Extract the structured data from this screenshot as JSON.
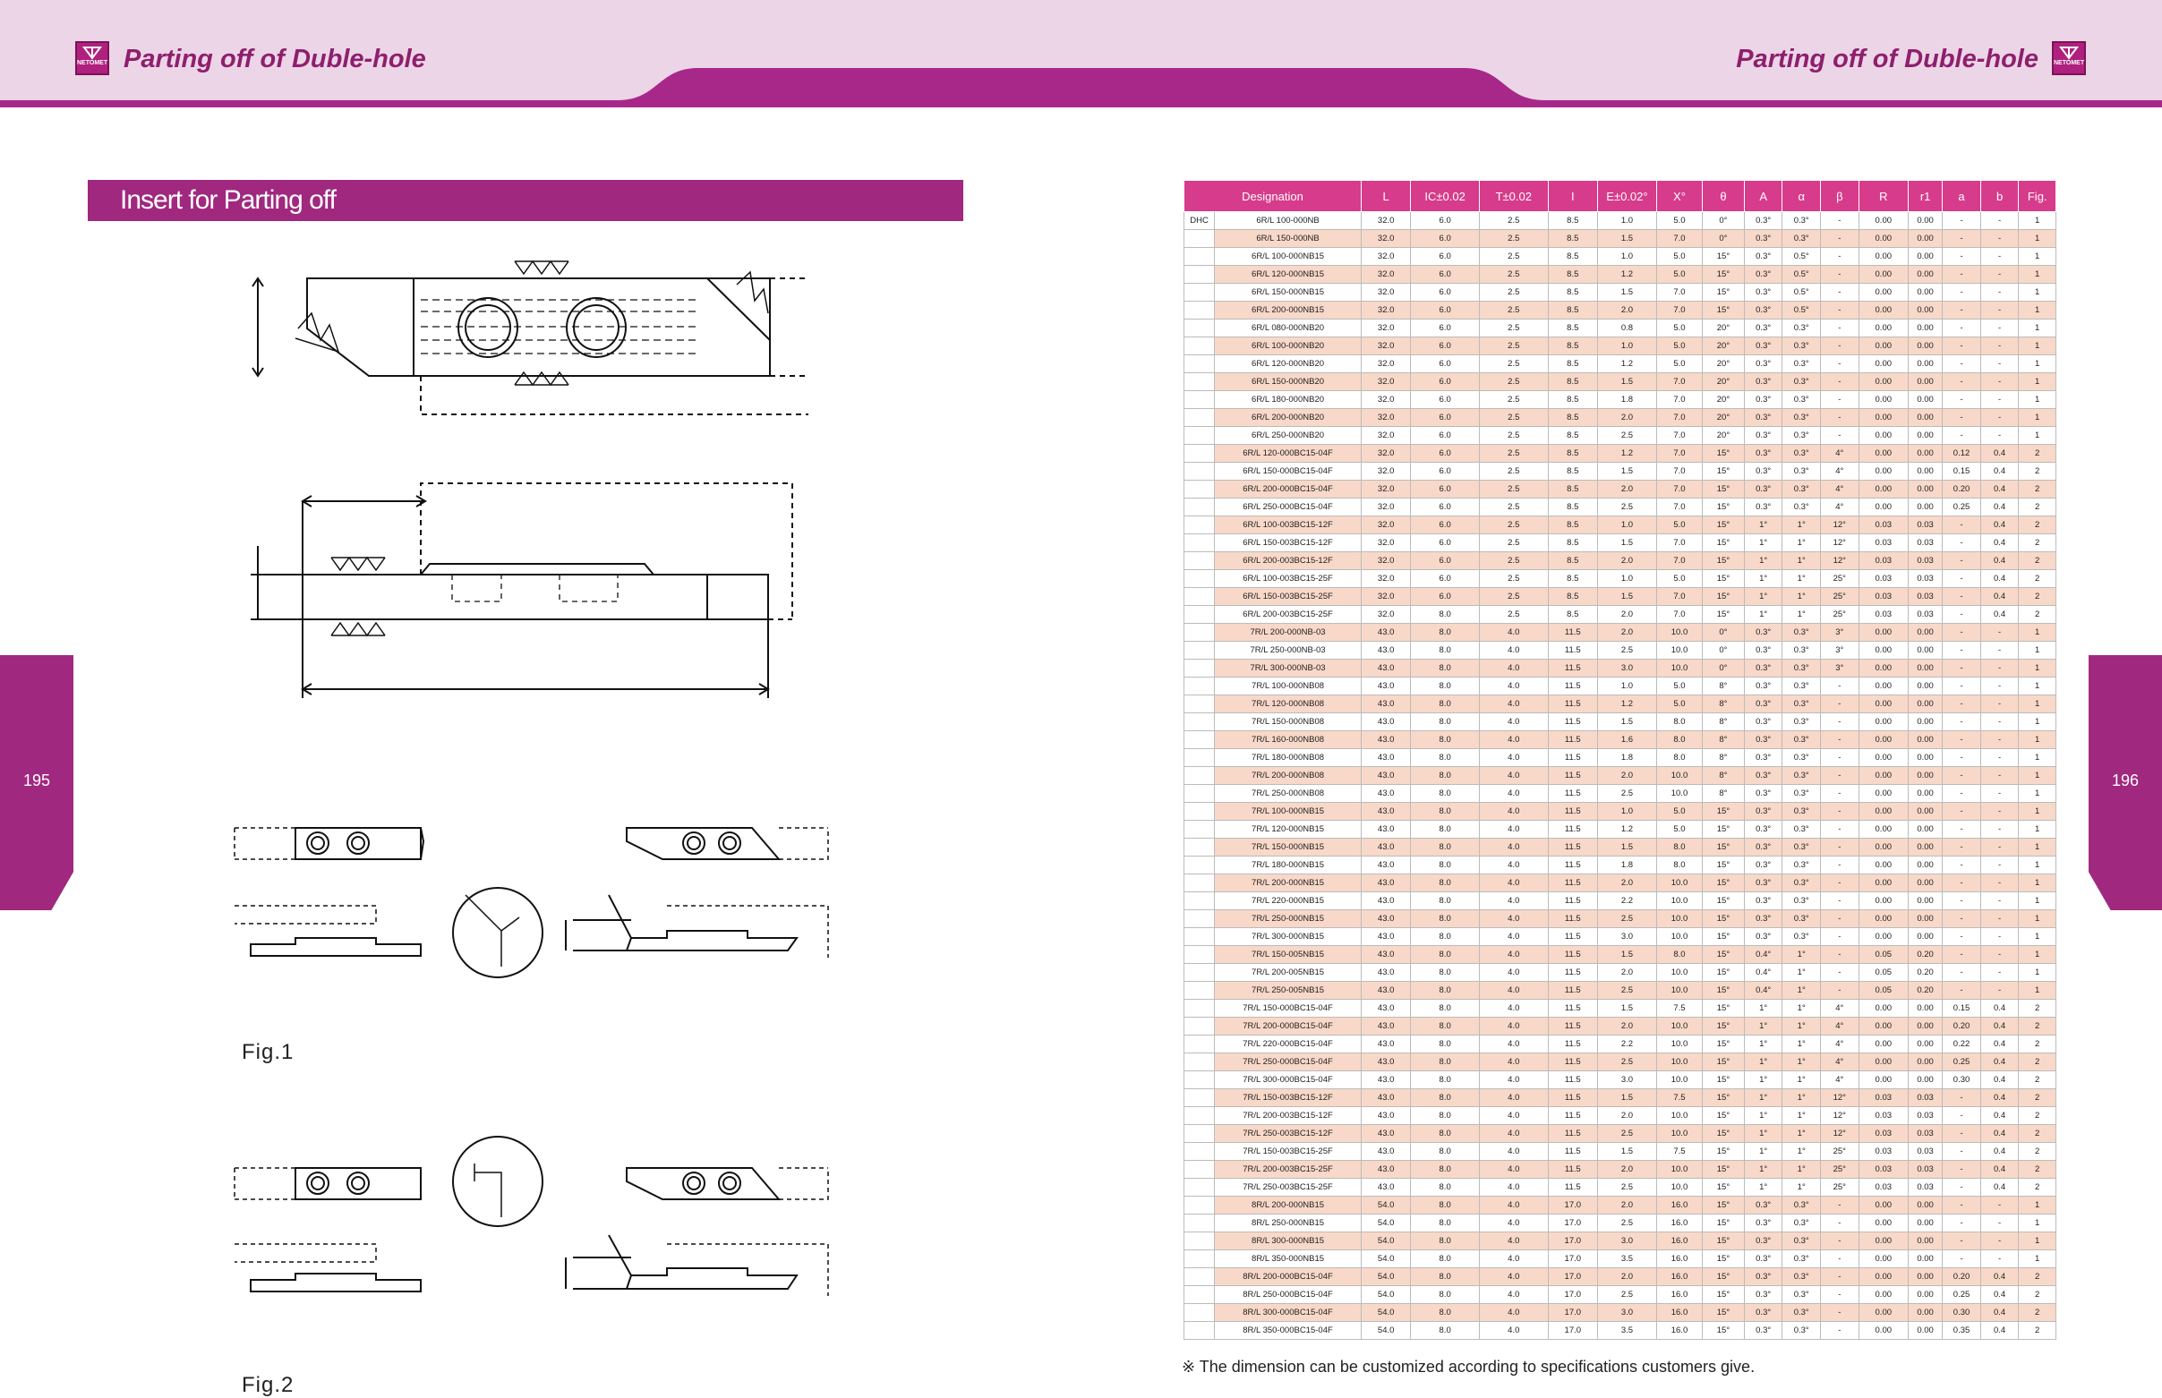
{
  "header": {
    "left_title": "Parting off of Duble-hole",
    "right_title": "Parting off of Duble-hole",
    "logo_text": "NETOMET",
    "brand_color": "#a0287f"
  },
  "pages": {
    "left": "195",
    "right": "196"
  },
  "section_title": "Insert for Parting off",
  "figures": {
    "fig1": "Fig.1",
    "fig2": "Fig.2"
  },
  "table": {
    "headers": [
      "Designation",
      "L",
      "IC±0.02",
      "T±0.02",
      "I",
      "E±0.02°",
      "X°",
      "θ",
      "A",
      "α",
      "β",
      "R",
      "r1",
      "a",
      "b",
      "Fig."
    ],
    "group_label": "DHC",
    "rows": [
      [
        "6R/L 100-000NB",
        "32.0",
        "6.0",
        "2.5",
        "8.5",
        "1.0",
        "5.0",
        "0°",
        "0.3°",
        "0.3°",
        "-",
        "0.00",
        "0.00",
        "-",
        "-",
        "1"
      ],
      [
        "6R/L 150-000NB",
        "32.0",
        "6.0",
        "2.5",
        "8.5",
        "1.5",
        "7.0",
        "0°",
        "0.3°",
        "0.3°",
        "-",
        "0.00",
        "0.00",
        "-",
        "-",
        "1"
      ],
      [
        "6R/L 100-000NB15",
        "32.0",
        "6.0",
        "2.5",
        "8.5",
        "1.0",
        "5.0",
        "15°",
        "0.3°",
        "0.5°",
        "-",
        "0.00",
        "0.00",
        "-",
        "-",
        "1"
      ],
      [
        "6R/L 120-000NB15",
        "32.0",
        "6.0",
        "2.5",
        "8.5",
        "1.2",
        "5.0",
        "15°",
        "0.3°",
        "0.5°",
        "-",
        "0.00",
        "0.00",
        "-",
        "-",
        "1"
      ],
      [
        "6R/L 150-000NB15",
        "32.0",
        "6.0",
        "2.5",
        "8.5",
        "1.5",
        "7.0",
        "15°",
        "0.3°",
        "0.5°",
        "-",
        "0.00",
        "0.00",
        "-",
        "-",
        "1"
      ],
      [
        "6R/L 200-000NB15",
        "32.0",
        "6.0",
        "2.5",
        "8.5",
        "2.0",
        "7.0",
        "15°",
        "0.3°",
        "0.5°",
        "-",
        "0.00",
        "0.00",
        "-",
        "-",
        "1"
      ],
      [
        "6R/L 080-000NB20",
        "32.0",
        "6.0",
        "2.5",
        "8.5",
        "0.8",
        "5.0",
        "20°",
        "0.3°",
        "0.3°",
        "-",
        "0.00",
        "0.00",
        "-",
        "-",
        "1"
      ],
      [
        "6R/L 100-000NB20",
        "32.0",
        "6.0",
        "2.5",
        "8.5",
        "1.0",
        "5.0",
        "20°",
        "0.3°",
        "0.3°",
        "-",
        "0.00",
        "0.00",
        "-",
        "-",
        "1"
      ],
      [
        "6R/L 120-000NB20",
        "32.0",
        "6.0",
        "2.5",
        "8.5",
        "1.2",
        "5.0",
        "20°",
        "0.3°",
        "0.3°",
        "-",
        "0.00",
        "0.00",
        "-",
        "-",
        "1"
      ],
      [
        "6R/L 150-000NB20",
        "32.0",
        "6.0",
        "2.5",
        "8.5",
        "1.5",
        "7.0",
        "20°",
        "0.3°",
        "0.3°",
        "-",
        "0.00",
        "0.00",
        "-",
        "-",
        "1"
      ],
      [
        "6R/L 180-000NB20",
        "32.0",
        "6.0",
        "2.5",
        "8.5",
        "1.8",
        "7.0",
        "20°",
        "0.3°",
        "0.3°",
        "-",
        "0.00",
        "0.00",
        "-",
        "-",
        "1"
      ],
      [
        "6R/L 200-000NB20",
        "32.0",
        "6.0",
        "2.5",
        "8.5",
        "2.0",
        "7.0",
        "20°",
        "0.3°",
        "0.3°",
        "-",
        "0.00",
        "0.00",
        "-",
        "-",
        "1"
      ],
      [
        "6R/L 250-000NB20",
        "32.0",
        "6.0",
        "2.5",
        "8.5",
        "2.5",
        "7.0",
        "20°",
        "0.3°",
        "0.3°",
        "-",
        "0.00",
        "0.00",
        "-",
        "-",
        "1"
      ],
      [
        "6R/L 120-000BC15-04F",
        "32.0",
        "6.0",
        "2.5",
        "8.5",
        "1.2",
        "7.0",
        "15°",
        "0.3°",
        "0.3°",
        "4°",
        "0.00",
        "0.00",
        "0.12",
        "0.4",
        "2"
      ],
      [
        "6R/L 150-000BC15-04F",
        "32.0",
        "6.0",
        "2.5",
        "8.5",
        "1.5",
        "7.0",
        "15°",
        "0.3°",
        "0.3°",
        "4°",
        "0.00",
        "0.00",
        "0.15",
        "0.4",
        "2"
      ],
      [
        "6R/L 200-000BC15-04F",
        "32.0",
        "6.0",
        "2.5",
        "8.5",
        "2.0",
        "7.0",
        "15°",
        "0.3°",
        "0.3°",
        "4°",
        "0.00",
        "0.00",
        "0.20",
        "0.4",
        "2"
      ],
      [
        "6R/L 250-000BC15-04F",
        "32.0",
        "6.0",
        "2.5",
        "8.5",
        "2.5",
        "7.0",
        "15°",
        "0.3°",
        "0.3°",
        "4°",
        "0.00",
        "0.00",
        "0.25",
        "0.4",
        "2"
      ],
      [
        "6R/L 100-003BC15-12F",
        "32.0",
        "6.0",
        "2.5",
        "8.5",
        "1.0",
        "5.0",
        "15°",
        "1°",
        "1°",
        "12°",
        "0.03",
        "0.03",
        "-",
        "0.4",
        "2"
      ],
      [
        "6R/L 150-003BC15-12F",
        "32.0",
        "6.0",
        "2.5",
        "8.5",
        "1.5",
        "7.0",
        "15°",
        "1°",
        "1°",
        "12°",
        "0.03",
        "0.03",
        "-",
        "0.4",
        "2"
      ],
      [
        "6R/L 200-003BC15-12F",
        "32.0",
        "6.0",
        "2.5",
        "8.5",
        "2.0",
        "7.0",
        "15°",
        "1°",
        "1°",
        "12°",
        "0.03",
        "0.03",
        "-",
        "0.4",
        "2"
      ],
      [
        "6R/L 100-003BC15-25F",
        "32.0",
        "6.0",
        "2.5",
        "8.5",
        "1.0",
        "5.0",
        "15°",
        "1°",
        "1°",
        "25°",
        "0.03",
        "0.03",
        "-",
        "0.4",
        "2"
      ],
      [
        "6R/L 150-003BC15-25F",
        "32.0",
        "6.0",
        "2.5",
        "8.5",
        "1.5",
        "7.0",
        "15°",
        "1°",
        "1°",
        "25°",
        "0.03",
        "0.03",
        "-",
        "0.4",
        "2"
      ],
      [
        "6R/L 200-003BC15-25F",
        "32.0",
        "8.0",
        "2.5",
        "8.5",
        "2.0",
        "7.0",
        "15°",
        "1°",
        "1°",
        "25°",
        "0.03",
        "0.03",
        "-",
        "0.4",
        "2"
      ],
      [
        "7R/L 200-000NB-03",
        "43.0",
        "8.0",
        "4.0",
        "11.5",
        "2.0",
        "10.0",
        "0°",
        "0.3°",
        "0.3°",
        "3°",
        "0.00",
        "0.00",
        "-",
        "-",
        "1"
      ],
      [
        "7R/L 250-000NB-03",
        "43.0",
        "8.0",
        "4.0",
        "11.5",
        "2.5",
        "10.0",
        "0°",
        "0.3°",
        "0.3°",
        "3°",
        "0.00",
        "0.00",
        "-",
        "-",
        "1"
      ],
      [
        "7R/L 300-000NB-03",
        "43.0",
        "8.0",
        "4.0",
        "11.5",
        "3.0",
        "10.0",
        "0°",
        "0.3°",
        "0.3°",
        "3°",
        "0.00",
        "0.00",
        "-",
        "-",
        "1"
      ],
      [
        "7R/L 100-000NB08",
        "43.0",
        "8.0",
        "4.0",
        "11.5",
        "1.0",
        "5.0",
        "8°",
        "0.3°",
        "0.3°",
        "-",
        "0.00",
        "0.00",
        "-",
        "-",
        "1"
      ],
      [
        "7R/L 120-000NB08",
        "43.0",
        "8.0",
        "4.0",
        "11.5",
        "1.2",
        "5.0",
        "8°",
        "0.3°",
        "0.3°",
        "-",
        "0.00",
        "0.00",
        "-",
        "-",
        "1"
      ],
      [
        "7R/L 150-000NB08",
        "43.0",
        "8.0",
        "4.0",
        "11.5",
        "1.5",
        "8.0",
        "8°",
        "0.3°",
        "0.3°",
        "-",
        "0.00",
        "0.00",
        "-",
        "-",
        "1"
      ],
      [
        "7R/L 160-000NB08",
        "43.0",
        "8.0",
        "4.0",
        "11.5",
        "1.6",
        "8.0",
        "8°",
        "0.3°",
        "0.3°",
        "-",
        "0.00",
        "0.00",
        "-",
        "-",
        "1"
      ],
      [
        "7R/L 180-000NB08",
        "43.0",
        "8.0",
        "4.0",
        "11.5",
        "1.8",
        "8.0",
        "8°",
        "0.3°",
        "0.3°",
        "-",
        "0.00",
        "0.00",
        "-",
        "-",
        "1"
      ],
      [
        "7R/L 200-000NB08",
        "43.0",
        "8.0",
        "4.0",
        "11.5",
        "2.0",
        "10.0",
        "8°",
        "0.3°",
        "0.3°",
        "-",
        "0.00",
        "0.00",
        "-",
        "-",
        "1"
      ],
      [
        "7R/L 250-000NB08",
        "43.0",
        "8.0",
        "4.0",
        "11.5",
        "2.5",
        "10.0",
        "8°",
        "0.3°",
        "0.3°",
        "-",
        "0.00",
        "0.00",
        "-",
        "-",
        "1"
      ],
      [
        "7R/L 100-000NB15",
        "43.0",
        "8.0",
        "4.0",
        "11.5",
        "1.0",
        "5.0",
        "15°",
        "0.3°",
        "0.3°",
        "-",
        "0.00",
        "0.00",
        "-",
        "-",
        "1"
      ],
      [
        "7R/L 120-000NB15",
        "43.0",
        "8.0",
        "4.0",
        "11.5",
        "1.2",
        "5.0",
        "15°",
        "0.3°",
        "0.3°",
        "-",
        "0.00",
        "0.00",
        "-",
        "-",
        "1"
      ],
      [
        "7R/L 150-000NB15",
        "43.0",
        "8.0",
        "4.0",
        "11.5",
        "1.5",
        "8.0",
        "15°",
        "0.3°",
        "0.3°",
        "-",
        "0.00",
        "0.00",
        "-",
        "-",
        "1"
      ],
      [
        "7R/L 180-000NB15",
        "43.0",
        "8.0",
        "4.0",
        "11.5",
        "1.8",
        "8.0",
        "15°",
        "0.3°",
        "0.3°",
        "-",
        "0.00",
        "0.00",
        "-",
        "-",
        "1"
      ],
      [
        "7R/L 200-000NB15",
        "43.0",
        "8.0",
        "4.0",
        "11.5",
        "2.0",
        "10.0",
        "15°",
        "0.3°",
        "0.3°",
        "-",
        "0.00",
        "0.00",
        "-",
        "-",
        "1"
      ],
      [
        "7R/L 220-000NB15",
        "43.0",
        "8.0",
        "4.0",
        "11.5",
        "2.2",
        "10.0",
        "15°",
        "0.3°",
        "0.3°",
        "-",
        "0.00",
        "0.00",
        "-",
        "-",
        "1"
      ],
      [
        "7R/L 250-000NB15",
        "43.0",
        "8.0",
        "4.0",
        "11.5",
        "2.5",
        "10.0",
        "15°",
        "0.3°",
        "0.3°",
        "-",
        "0.00",
        "0.00",
        "-",
        "-",
        "1"
      ],
      [
        "7R/L 300-000NB15",
        "43.0",
        "8.0",
        "4.0",
        "11.5",
        "3.0",
        "10.0",
        "15°",
        "0.3°",
        "0.3°",
        "-",
        "0.00",
        "0.00",
        "-",
        "-",
        "1"
      ],
      [
        "7R/L 150-005NB15",
        "43.0",
        "8.0",
        "4.0",
        "11.5",
        "1.5",
        "8.0",
        "15°",
        "0.4°",
        "1°",
        "-",
        "0.05",
        "0.20",
        "-",
        "-",
        "1"
      ],
      [
        "7R/L 200-005NB15",
        "43.0",
        "8.0",
        "4.0",
        "11.5",
        "2.0",
        "10.0",
        "15°",
        "0.4°",
        "1°",
        "-",
        "0.05",
        "0.20",
        "-",
        "-",
        "1"
      ],
      [
        "7R/L 250-005NB15",
        "43.0",
        "8.0",
        "4.0",
        "11.5",
        "2.5",
        "10.0",
        "15°",
        "0.4°",
        "1°",
        "-",
        "0.05",
        "0.20",
        "-",
        "-",
        "1"
      ],
      [
        "7R/L 150-000BC15-04F",
        "43.0",
        "8.0",
        "4.0",
        "11.5",
        "1.5",
        "7.5",
        "15°",
        "1°",
        "1°",
        "4°",
        "0.00",
        "0.00",
        "0.15",
        "0.4",
        "2"
      ],
      [
        "7R/L 200-000BC15-04F",
        "43.0",
        "8.0",
        "4.0",
        "11.5",
        "2.0",
        "10.0",
        "15°",
        "1°",
        "1°",
        "4°",
        "0.00",
        "0.00",
        "0.20",
        "0.4",
        "2"
      ],
      [
        "7R/L 220-000BC15-04F",
        "43.0",
        "8.0",
        "4.0",
        "11.5",
        "2.2",
        "10.0",
        "15°",
        "1°",
        "1°",
        "4°",
        "0.00",
        "0.00",
        "0.22",
        "0.4",
        "2"
      ],
      [
        "7R/L 250-000BC15-04F",
        "43.0",
        "8.0",
        "4.0",
        "11.5",
        "2.5",
        "10.0",
        "15°",
        "1°",
        "1°",
        "4°",
        "0.00",
        "0.00",
        "0.25",
        "0.4",
        "2"
      ],
      [
        "7R/L 300-000BC15-04F",
        "43.0",
        "8.0",
        "4.0",
        "11.5",
        "3.0",
        "10.0",
        "15°",
        "1°",
        "1°",
        "4°",
        "0.00",
        "0.00",
        "0.30",
        "0.4",
        "2"
      ],
      [
        "7R/L 150-003BC15-12F",
        "43.0",
        "8.0",
        "4.0",
        "11.5",
        "1.5",
        "7.5",
        "15°",
        "1°",
        "1°",
        "12°",
        "0.03",
        "0.03",
        "-",
        "0.4",
        "2"
      ],
      [
        "7R/L 200-003BC15-12F",
        "43.0",
        "8.0",
        "4.0",
        "11.5",
        "2.0",
        "10.0",
        "15°",
        "1°",
        "1°",
        "12°",
        "0.03",
        "0.03",
        "-",
        "0.4",
        "2"
      ],
      [
        "7R/L 250-003BC15-12F",
        "43.0",
        "8.0",
        "4.0",
        "11.5",
        "2.5",
        "10.0",
        "15°",
        "1°",
        "1°",
        "12°",
        "0.03",
        "0.03",
        "-",
        "0.4",
        "2"
      ],
      [
        "7R/L 150-003BC15-25F",
        "43.0",
        "8.0",
        "4.0",
        "11.5",
        "1.5",
        "7.5",
        "15°",
        "1°",
        "1°",
        "25°",
        "0.03",
        "0.03",
        "-",
        "0.4",
        "2"
      ],
      [
        "7R/L 200-003BC15-25F",
        "43.0",
        "8.0",
        "4.0",
        "11.5",
        "2.0",
        "10.0",
        "15°",
        "1°",
        "1°",
        "25°",
        "0.03",
        "0.03",
        "-",
        "0.4",
        "2"
      ],
      [
        "7R/L 250-003BC15-25F",
        "43.0",
        "8.0",
        "4.0",
        "11.5",
        "2.5",
        "10.0",
        "15°",
        "1°",
        "1°",
        "25°",
        "0.03",
        "0.03",
        "-",
        "0.4",
        "2"
      ],
      [
        "8R/L 200-000NB15",
        "54.0",
        "8.0",
        "4.0",
        "17.0",
        "2.0",
        "16.0",
        "15°",
        "0.3°",
        "0.3°",
        "-",
        "0.00",
        "0.00",
        "-",
        "-",
        "1"
      ],
      [
        "8R/L 250-000NB15",
        "54.0",
        "8.0",
        "4.0",
        "17.0",
        "2.5",
        "16.0",
        "15°",
        "0.3°",
        "0.3°",
        "-",
        "0.00",
        "0.00",
        "-",
        "-",
        "1"
      ],
      [
        "8R/L 300-000NB15",
        "54.0",
        "8.0",
        "4.0",
        "17.0",
        "3.0",
        "16.0",
        "15°",
        "0.3°",
        "0.3°",
        "-",
        "0.00",
        "0.00",
        "-",
        "-",
        "1"
      ],
      [
        "8R/L 350-000NB15",
        "54.0",
        "8.0",
        "4.0",
        "17.0",
        "3.5",
        "16.0",
        "15°",
        "0.3°",
        "0.3°",
        "-",
        "0.00",
        "0.00",
        "-",
        "-",
        "1"
      ],
      [
        "8R/L 200-000BC15-04F",
        "54.0",
        "8.0",
        "4.0",
        "17.0",
        "2.0",
        "16.0",
        "15°",
        "0.3°",
        "0.3°",
        "-",
        "0.00",
        "0.00",
        "0.20",
        "0.4",
        "2"
      ],
      [
        "8R/L 250-000BC15-04F",
        "54.0",
        "8.0",
        "4.0",
        "17.0",
        "2.5",
        "16.0",
        "15°",
        "0.3°",
        "0.3°",
        "-",
        "0.00",
        "0.00",
        "0.25",
        "0.4",
        "2"
      ],
      [
        "8R/L 300-000BC15-04F",
        "54.0",
        "8.0",
        "4.0",
        "17.0",
        "3.0",
        "16.0",
        "15°",
        "0.3°",
        "0.3°",
        "-",
        "0.00",
        "0.00",
        "0.30",
        "0.4",
        "2"
      ],
      [
        "8R/L 350-000BC15-04F",
        "54.0",
        "8.0",
        "4.0",
        "17.0",
        "3.5",
        "16.0",
        "15°",
        "0.3°",
        "0.3°",
        "-",
        "0.00",
        "0.00",
        "0.35",
        "0.4",
        "2"
      ]
    ]
  },
  "footnote": "※ The dimension can be customized according to specifications customers give."
}
